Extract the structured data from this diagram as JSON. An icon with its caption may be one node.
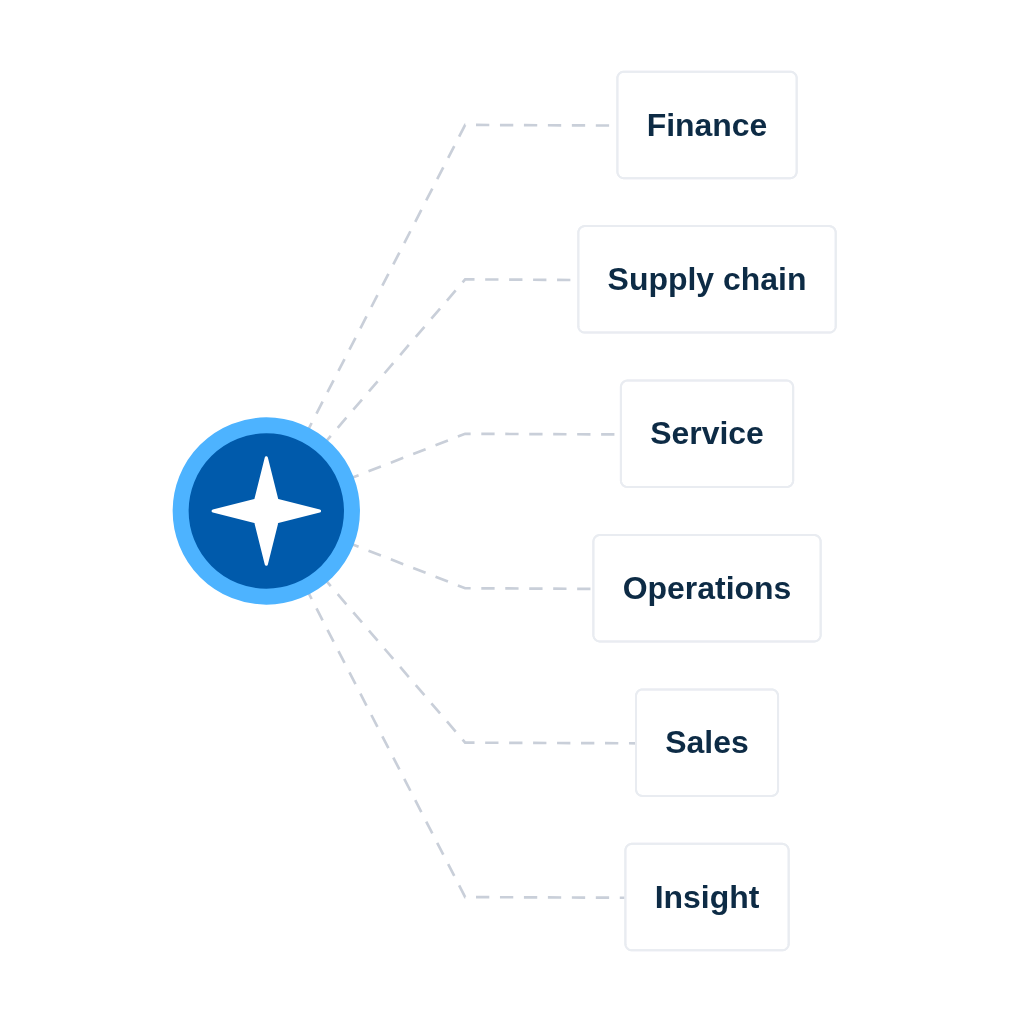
{
  "diagram": {
    "nodes": [
      {
        "text": [],
        "shape": "circle"
      },
      {
        "text": [
          "Finance"
        ]
      },
      {
        "text": [
          "Supply chain"
        ]
      },
      {
        "text": [
          "Service"
        ]
      },
      {
        "text": [
          "Operations"
        ]
      },
      {
        "text": [
          "Sales"
        ]
      },
      {
        "text": [
          "Insight"
        ]
      }
    ],
    "edges": [
      {
        "from": 0,
        "to": 1,
        "arrow": "none",
        "style": "dashed"
      },
      {
        "from": 0,
        "to": 2,
        "arrow": "none",
        "style": "dashed"
      },
      {
        "from": 0,
        "to": 3,
        "arrow": "none",
        "style": "dashed"
      },
      {
        "from": 0,
        "to": 4,
        "arrow": "none",
        "style": "dashed"
      },
      {
        "from": 0,
        "to": 5,
        "arrow": "none",
        "style": "dashed"
      },
      {
        "from": 0,
        "to": 6,
        "arrow": "none",
        "style": "dashed"
      }
    ]
  }
}
